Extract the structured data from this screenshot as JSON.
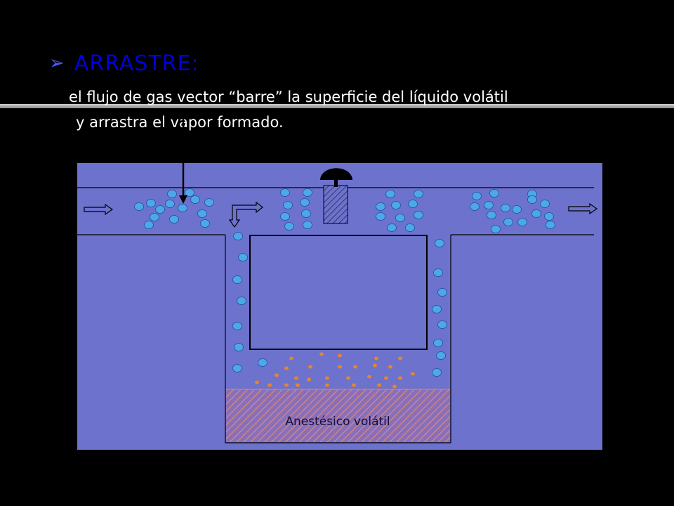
{
  "slide": {
    "bullet_icon": "arrow-right-bullet-icon",
    "heading": "ARRASTRE:",
    "body_line1": "el flujo de gas vector “barre” la superficie del líquido volátil",
    "body_line2": "y arrastra el vapor formado."
  },
  "diagram": {
    "liquid_label": "Anestésico volátil",
    "colors": {
      "background": "#6d72cc",
      "gas_bubble": "#4da8e8",
      "vapor_dot": "#e8842a",
      "liquid": "#c98878",
      "lines": "#000000"
    },
    "icons": [
      "flow-arrow-icon",
      "valve-knob-icon",
      "pointer-arrow-icon"
    ]
  }
}
